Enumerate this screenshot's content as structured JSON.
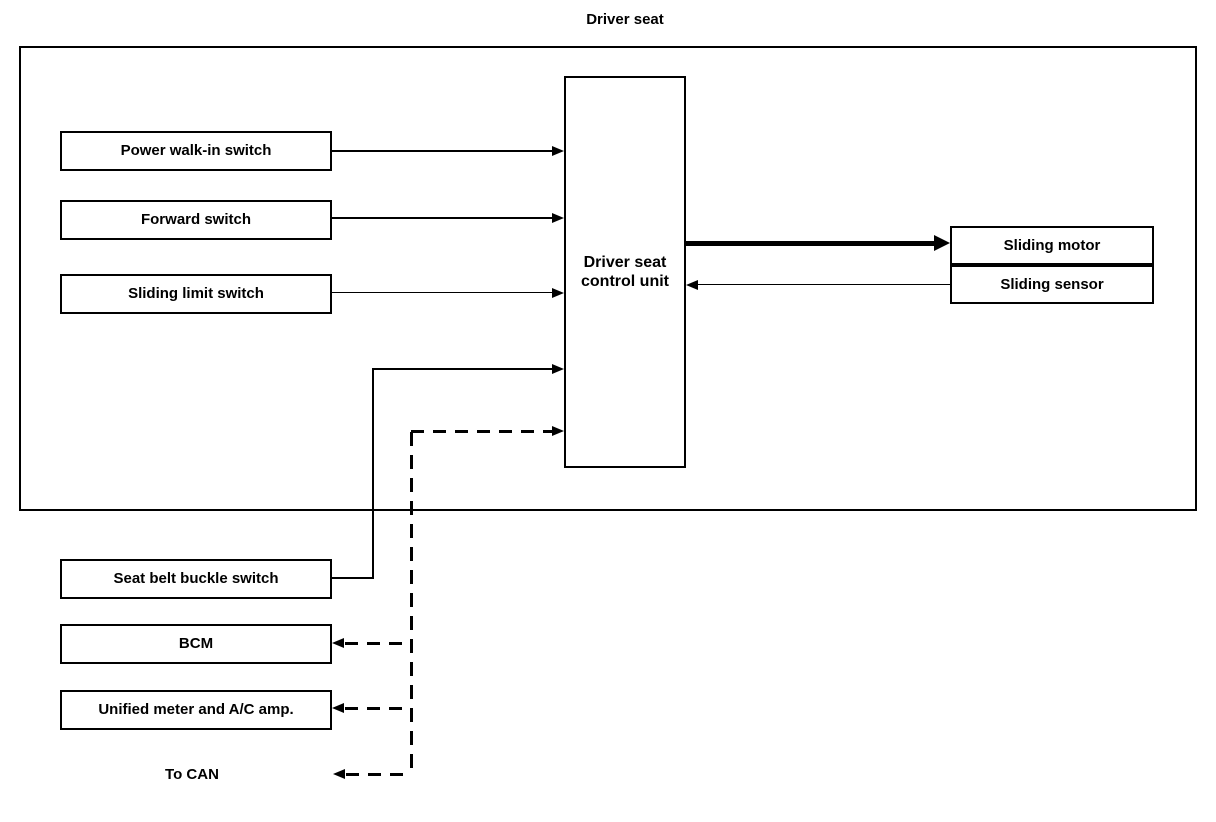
{
  "diagram": {
    "title": "Driver seat",
    "nodes": {
      "power_walk_in": {
        "label": "Power walk-in switch"
      },
      "forward": {
        "label": "Forward switch"
      },
      "sliding_limit": {
        "label": "Sliding limit switch"
      },
      "control_unit": {
        "line1": "Driver seat",
        "line2": "control unit"
      },
      "sliding_motor": {
        "label": "Sliding motor"
      },
      "sliding_sensor": {
        "label": "Sliding sensor"
      },
      "seat_belt": {
        "label": "Seat belt buckle switch"
      },
      "bcm": {
        "label": "BCM"
      },
      "unified_meter": {
        "label": "Unified meter and A/C amp."
      },
      "to_can": {
        "label": "To CAN"
      }
    },
    "colors": {
      "line": "#000000",
      "background": "#ffffff",
      "text": "#000000"
    },
    "connections": [
      {
        "from": "Power walk-in switch",
        "to": "Driver seat control unit",
        "style": "solid",
        "arrow": "to"
      },
      {
        "from": "Forward switch",
        "to": "Driver seat control unit",
        "style": "solid",
        "arrow": "to"
      },
      {
        "from": "Sliding limit switch",
        "to": "Driver seat control unit",
        "style": "solid",
        "arrow": "to"
      },
      {
        "from": "Driver seat control unit",
        "to": "Sliding motor",
        "style": "solid-thick",
        "arrow": "to"
      },
      {
        "from": "Sliding sensor",
        "to": "Driver seat control unit",
        "style": "solid",
        "arrow": "to"
      },
      {
        "from": "Seat belt buckle switch",
        "to": "Driver seat control unit",
        "style": "solid",
        "arrow": "to"
      },
      {
        "from": "Driver seat control unit",
        "to": "BCM",
        "style": "dashed",
        "arrow": "to"
      },
      {
        "from": "Driver seat control unit",
        "to": "Unified meter and A/C amp.",
        "style": "dashed",
        "arrow": "to"
      },
      {
        "from": "Driver seat control unit",
        "to": "To CAN",
        "style": "dashed",
        "arrow": "to"
      }
    ]
  }
}
